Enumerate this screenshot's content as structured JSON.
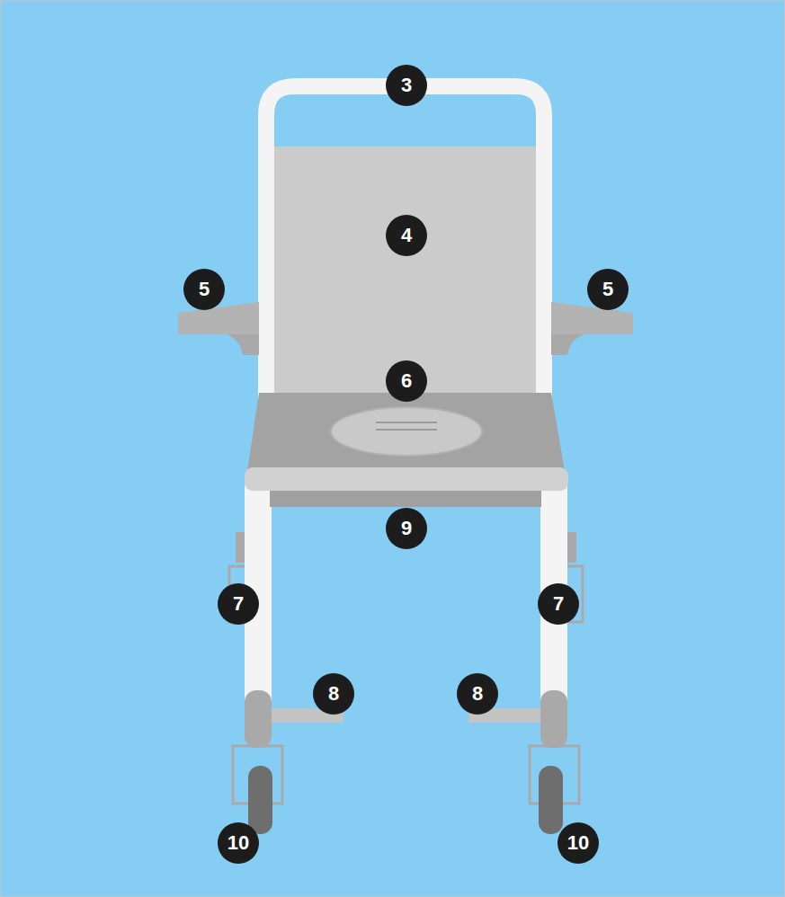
{
  "diagram": {
    "labels": [
      "3",
      "4",
      "5",
      "5",
      "6",
      "9",
      "7",
      "7",
      "8",
      "8",
      "10",
      "10"
    ]
  }
}
